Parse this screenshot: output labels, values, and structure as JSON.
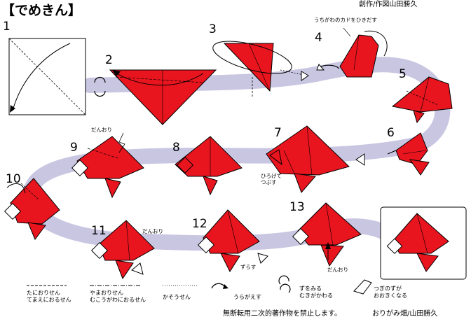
{
  "title": "【でめきん】",
  "credit": "創作/作図山田勝久",
  "steps": [
    "1",
    "2",
    "3",
    "4",
    "5",
    "6",
    "7",
    "8",
    "9",
    "10",
    "11",
    "12",
    "13"
  ],
  "notes": {
    "corner": "うちがわのカドをひきだす",
    "danori_9": "だんおり",
    "open_squash": "ひろげて\nつぶす",
    "danori_11": "だんおり",
    "zurasu": "ずらす",
    "danori_13": "だんおり"
  },
  "legend": {
    "valley": "たにおりせん\nてまえにおるせん",
    "mountain": "やまおりせん\nむこうがわにおるせん",
    "crease": "かそうせん",
    "turn_over": "うらがえす",
    "rotate": "ずをみる\nむきがかわる",
    "enlarge": "つぎのずが\nおおきくなる"
  },
  "footer": {
    "copyright": "無断転用二次的著作物を禁止します。",
    "site": "おりがみ畑/山田勝久"
  },
  "colors": {
    "paper": "#e8141e",
    "path": "#c9c6e2",
    "outline": "#000000"
  }
}
